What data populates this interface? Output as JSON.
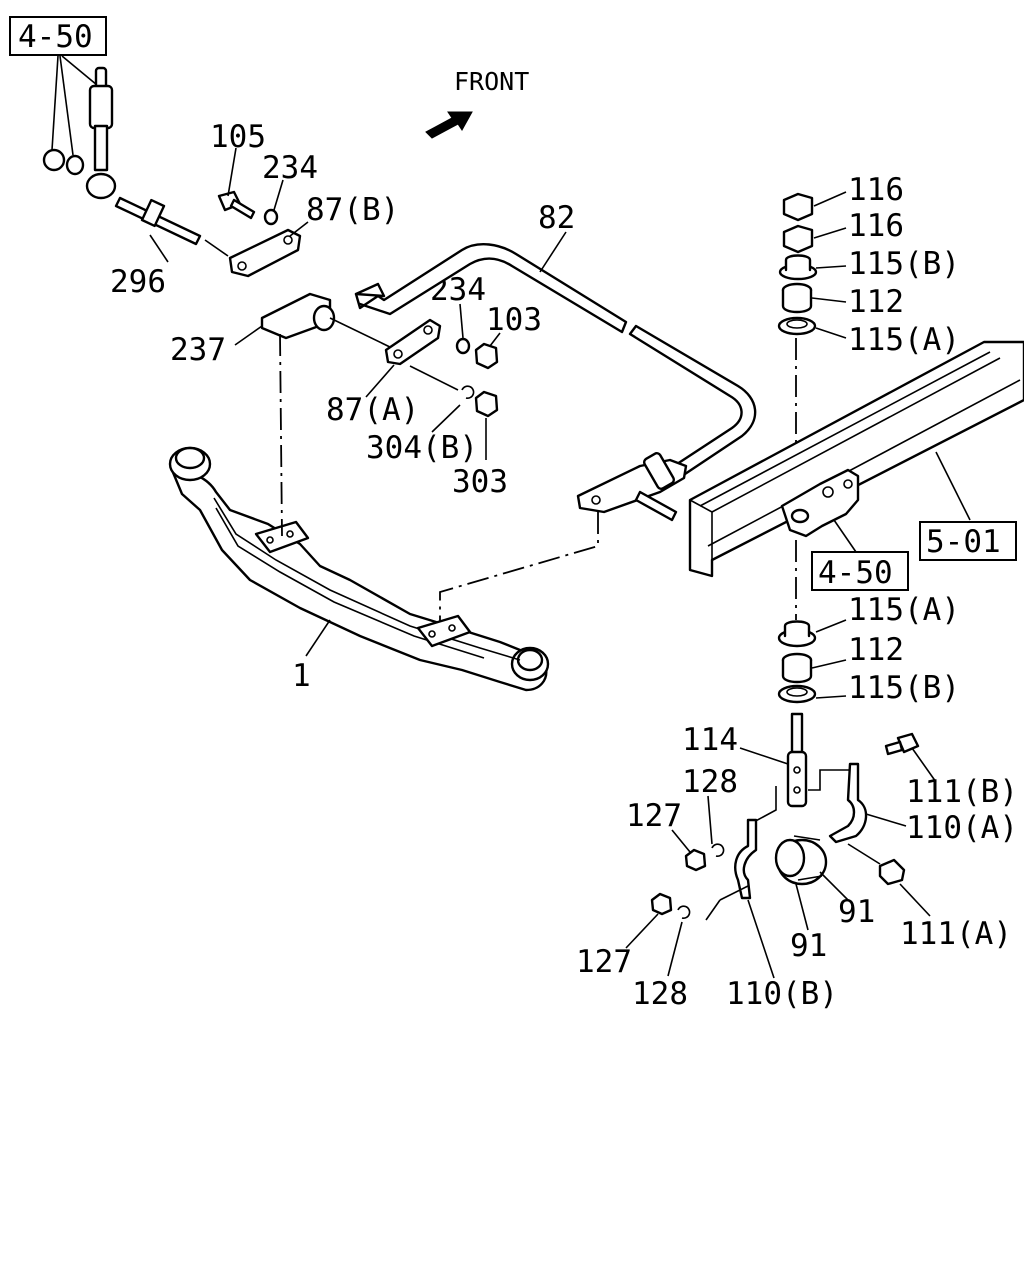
{
  "front_label": "FRONT",
  "ref_boxes": {
    "top_left": "4-50",
    "frame": "5-01",
    "bracket": "4-50"
  },
  "labels": {
    "p105": "105",
    "p234a": "234",
    "p87b": "87(B)",
    "p82": "82",
    "p296": "296",
    "p234b": "234",
    "p103": "103",
    "p237": "237",
    "p87a": "87(A)",
    "p304b": "304(B)",
    "p303": "303",
    "p1": "1",
    "p116a": "116",
    "p116b": "116",
    "p115b_top": "115(B)",
    "p112_top": "112",
    "p115a_top": "115(A)",
    "p115a_bot": "115(A)",
    "p112_bot": "112",
    "p115b_bot": "115(B)",
    "p114": "114",
    "p128a": "128",
    "p127a": "127",
    "p111b": "111(B)",
    "p110a": "110(A)",
    "p91a": "91",
    "p111a": "111(A)",
    "p91b": "91",
    "p127b": "127",
    "p128b": "128",
    "p110b": "110(B)"
  }
}
